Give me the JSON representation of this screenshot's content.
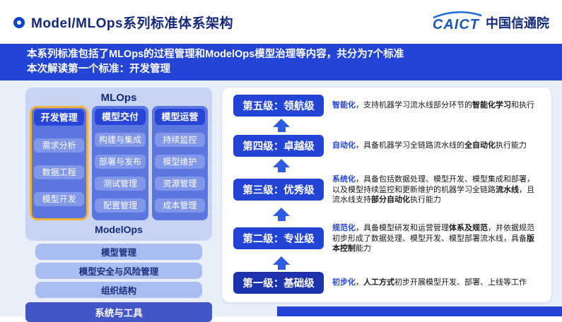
{
  "header": {
    "title": "Model/MLOps系列标准体系架构",
    "logo": {
      "brand": "CAICT",
      "name": "中国信通院"
    }
  },
  "banner": {
    "line1": "本系列标准包括了MLOps的过程管理和ModelOps模型治理等内容，共分为7个标准",
    "line2": "本次解读第一个标准：开发管理"
  },
  "mlops": {
    "title": "MLOps",
    "columns": [
      {
        "header": "开发管理",
        "highlighted": true,
        "items": [
          "需求分析",
          "数据工程",
          "模型开发"
        ]
      },
      {
        "header": "模型交付",
        "highlighted": false,
        "items": [
          "构建与集成",
          "部署与发布",
          "测试管理",
          "配置管理"
        ]
      },
      {
        "header": "模型运营",
        "highlighted": false,
        "items": [
          "持续监控",
          "模型维护",
          "资源管理",
          "成本管理"
        ]
      }
    ]
  },
  "modelops": {
    "title": "ModelOps",
    "bars": [
      "模型管理",
      "模型安全与风险管理",
      "组织结构"
    ],
    "bottom": "系统与工具"
  },
  "maturity": {
    "levels": [
      {
        "label": "第五级：领航级",
        "kw": "智能化",
        "t1": "，支持机器学习流水线部分环节的",
        "b1": "智能化学习",
        "t2": "和执行",
        "b2": "",
        "t3": ""
      },
      {
        "label": "第四级：卓越级",
        "kw": "自动化",
        "t1": "，具备机器学习全链路流水线的",
        "b1": "全自动化",
        "t2": "执行能力",
        "b2": "",
        "t3": ""
      },
      {
        "label": "第三级：优秀级",
        "kw": "系统化",
        "t1": "，具备包括数据处理、模型开发、模型集成和部署，以及模型持续监控和更新维护的机器学习全链路",
        "b1": "流水线",
        "t2": "，且流水线支持",
        "b2": "部分自动化",
        "t3": "执行能力"
      },
      {
        "label": "第二级：专业级",
        "kw": "规范化",
        "t1": "，具备模型研发和运营管理",
        "b1": "体系及规范",
        "t2": "，并依据规范初步形成了数据处理、模型开发、模型部署流水线，具备",
        "b2": "版本控制",
        "t3": "能力"
      },
      {
        "label": "第一级：基础级",
        "kw": "初步化",
        "t1": "，",
        "b1": "人工方式",
        "t2": "初步开展模型开发、部署、上线等工作",
        "b2": "",
        "t3": ""
      }
    ]
  },
  "colors": {
    "accent_blue": "#2444d5",
    "panel_light_blue": "#c9d4f4",
    "column_blue": "#5b76de",
    "item_blue": "#8097ea",
    "highlight_yellow": "#f0b23a",
    "navy_text": "#13297a",
    "red_accent": "#e8584e",
    "content_bg": "#e9eefb"
  }
}
